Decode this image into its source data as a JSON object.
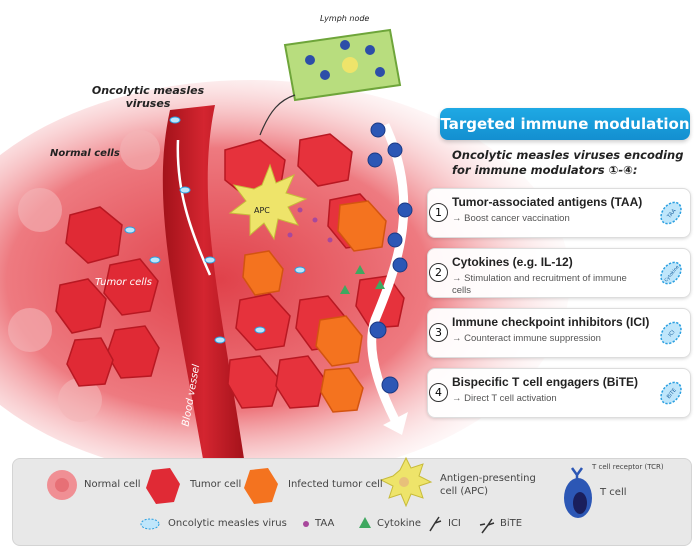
{
  "labels": {
    "lymph_node": "Lymph node",
    "oncolytic_viruses": "Oncolytic measles viruses",
    "normal_cells": "Normal cells",
    "tumor_cells": "Tumor cells",
    "blood_vessel": "Blood vessel",
    "apc": "APC"
  },
  "panel": {
    "title": "Targeted immune modulation",
    "subtitle": "Oncolytic measles viruses encoding for immune modulators ①-④:",
    "items": [
      {
        "num": "1",
        "heading": "Tumor-associated antigens (TAA)",
        "desc": "→ Boost cancer vaccination",
        "virus_label": "TAA"
      },
      {
        "num": "2",
        "heading": "Cytokines (e.g. IL-12)",
        "desc": "→ Stimulation and recruitment of immune cells",
        "virus_label": "Cytokine"
      },
      {
        "num": "3",
        "heading": "Immune checkpoint inhibitors (ICI)",
        "desc": "→ Counteract immune suppression",
        "virus_label": "ICI"
      },
      {
        "num": "4",
        "heading": "Bispecific T cell engagers (BiTE)",
        "desc": "→ Direct T cell activation",
        "virus_label": "BiTE"
      }
    ]
  },
  "legend": {
    "normal_cell": "Normal cell",
    "tumor_cell": "Tumor cell",
    "infected_tumor_cell": "Infected tumor cell",
    "apc": "Antigen-presenting cell (APC)",
    "tcr": "T cell receptor (TCR)",
    "t_cell": "T cell",
    "virus": "Oncolytic measles virus",
    "taa": "TAA",
    "cytokine": "Cytokine",
    "ici": "ICI",
    "bite": "BiTE"
  },
  "colors": {
    "accent": "#1a9edb",
    "tumor": "#e02a35",
    "normal": "#f2a0a4",
    "infected": "#f4731f",
    "apc": "#eee46a",
    "tcell": "#2c57b5"
  }
}
